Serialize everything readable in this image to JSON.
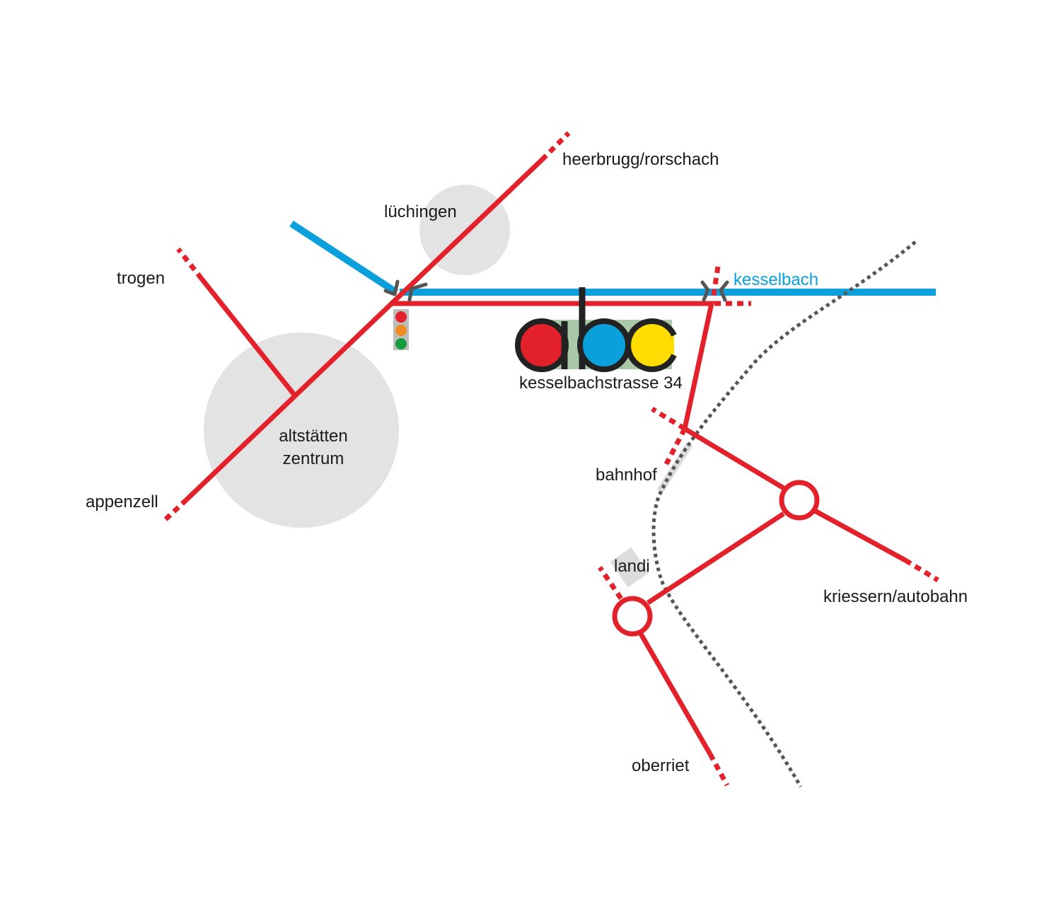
{
  "colors": {
    "road": "#e3212b",
    "water": "#0aa0dc",
    "rail": "#555555",
    "town": "#e3e3e3",
    "text": "#1a1a1a",
    "logo_a": "#e3212b",
    "logo_b": "#0aa0dc",
    "logo_c": "#ffdd00",
    "logo_bg": "#a9c9a9",
    "logo_ink": "#222222"
  },
  "places": {
    "heerbrugg": "heerbrugg/rorschach",
    "luechingen": "lüchingen",
    "trogen": "trogen",
    "altstaetten_line1": "altstätten",
    "altstaetten_line2": "zentrum",
    "appenzell": "appenzell",
    "kesselbach": "kesselbach",
    "bahnhof": "bahnhof",
    "landi": "landi",
    "kriessern": "kriessern/autobahn",
    "oberriet": "oberriet"
  },
  "logo": {
    "letter_a": "a",
    "letter_b": "b",
    "letter_c": "c",
    "address": "kesselbachstrasse 34"
  },
  "icons": {
    "traffic_light": "traffic-light-icon",
    "bridge": "bridge-icon",
    "roundabout": "roundabout-icon"
  }
}
